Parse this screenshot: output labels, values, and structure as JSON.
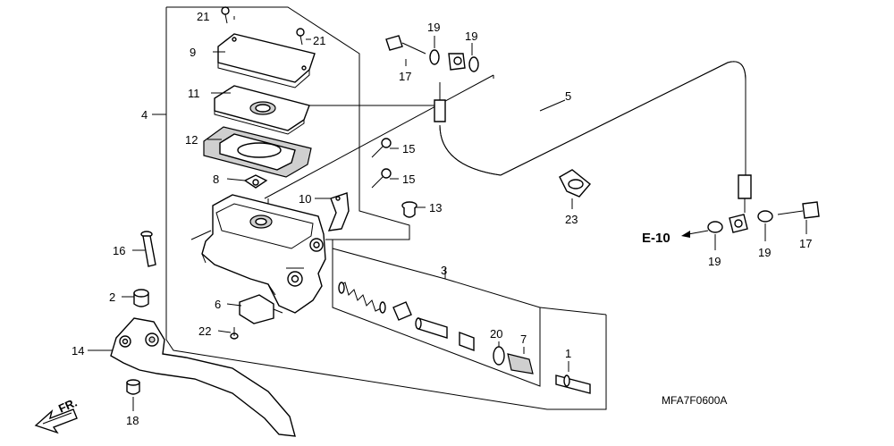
{
  "callouts": [
    {
      "id": "c21a",
      "text": "21"
    },
    {
      "id": "c21b",
      "text": "21"
    },
    {
      "id": "c9",
      "text": "9"
    },
    {
      "id": "c11",
      "text": "11"
    },
    {
      "id": "c12",
      "text": "12"
    },
    {
      "id": "c4",
      "text": "4"
    },
    {
      "id": "c8",
      "text": "8"
    },
    {
      "id": "c10",
      "text": "10"
    },
    {
      "id": "c13",
      "text": "13"
    },
    {
      "id": "c15a",
      "text": "15"
    },
    {
      "id": "c15b",
      "text": "15"
    },
    {
      "id": "c16",
      "text": "16"
    },
    {
      "id": "c2",
      "text": "2"
    },
    {
      "id": "c6",
      "text": "6"
    },
    {
      "id": "c22",
      "text": "22"
    },
    {
      "id": "c14",
      "text": "14"
    },
    {
      "id": "c18",
      "text": "18"
    },
    {
      "id": "c3",
      "text": "3"
    },
    {
      "id": "c20",
      "text": "20"
    },
    {
      "id": "c7",
      "text": "7"
    },
    {
      "id": "c1",
      "text": "1"
    },
    {
      "id": "c17a",
      "text": "17"
    },
    {
      "id": "c19a",
      "text": "19"
    },
    {
      "id": "c19b",
      "text": "19"
    },
    {
      "id": "c5",
      "text": "5"
    },
    {
      "id": "c23",
      "text": "23"
    },
    {
      "id": "c19c",
      "text": "19"
    },
    {
      "id": "c19d",
      "text": "19"
    },
    {
      "id": "c17b",
      "text": "17"
    }
  ],
  "reference_label": "E-10",
  "front_label": "FR.",
  "diagram_code": "MFA7F0600A"
}
